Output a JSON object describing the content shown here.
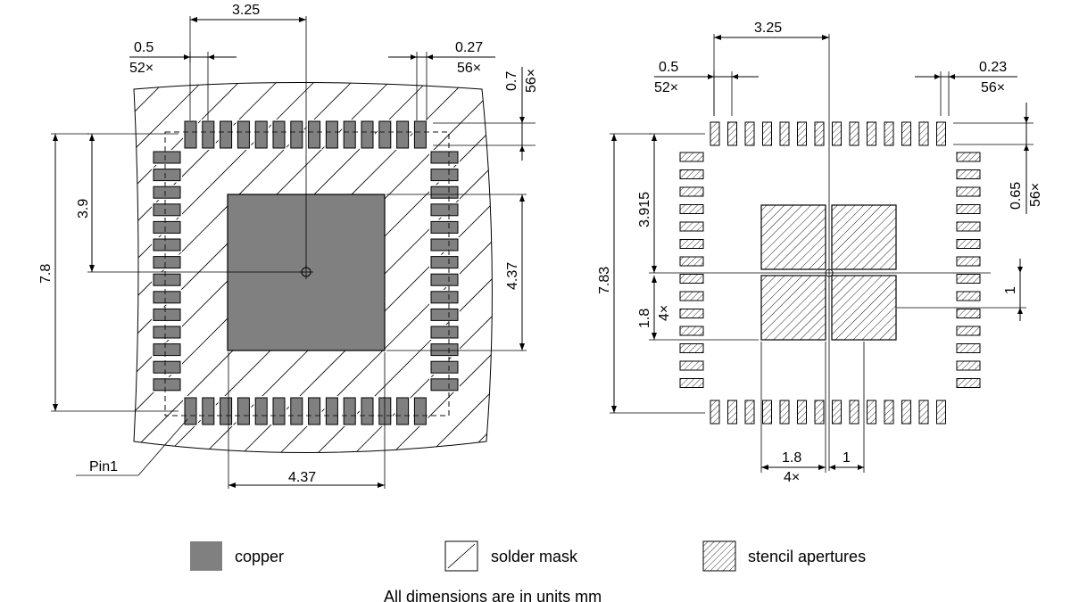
{
  "left_view": {
    "dims": {
      "top_width": "3.25",
      "pitch": "0.5",
      "pitch_count": "52×",
      "pad_width": "0.27",
      "pad_width_count": "56×",
      "pad_length": "0.7",
      "pad_length_count": "56×",
      "half_height": "3.9",
      "total_height": "7.8",
      "ep_height": "4.37",
      "ep_width": "4.37"
    },
    "pin1_label": "Pin1"
  },
  "right_view": {
    "dims": {
      "top_width": "3.25",
      "pitch": "0.5",
      "pitch_count": "52×",
      "pad_width": "0.23",
      "pad_width_count": "56×",
      "pad_length": "0.65",
      "pad_length_count": "56×",
      "half_height": "3.915",
      "total_height": "7.83",
      "aperture_height": "1.8",
      "aperture_height_count": "4×",
      "gap_vertical": "1",
      "aperture_width": "1.8",
      "aperture_width_count": "4×",
      "gap_horizontal": "1"
    }
  },
  "legend": [
    {
      "key": "copper",
      "label": "copper",
      "color": "#808080"
    },
    {
      "key": "solder_mask",
      "label": "solder mask"
    },
    {
      "key": "stencil",
      "label": "stencil apertures"
    }
  ],
  "footnote": "All dimensions are in units mm"
}
